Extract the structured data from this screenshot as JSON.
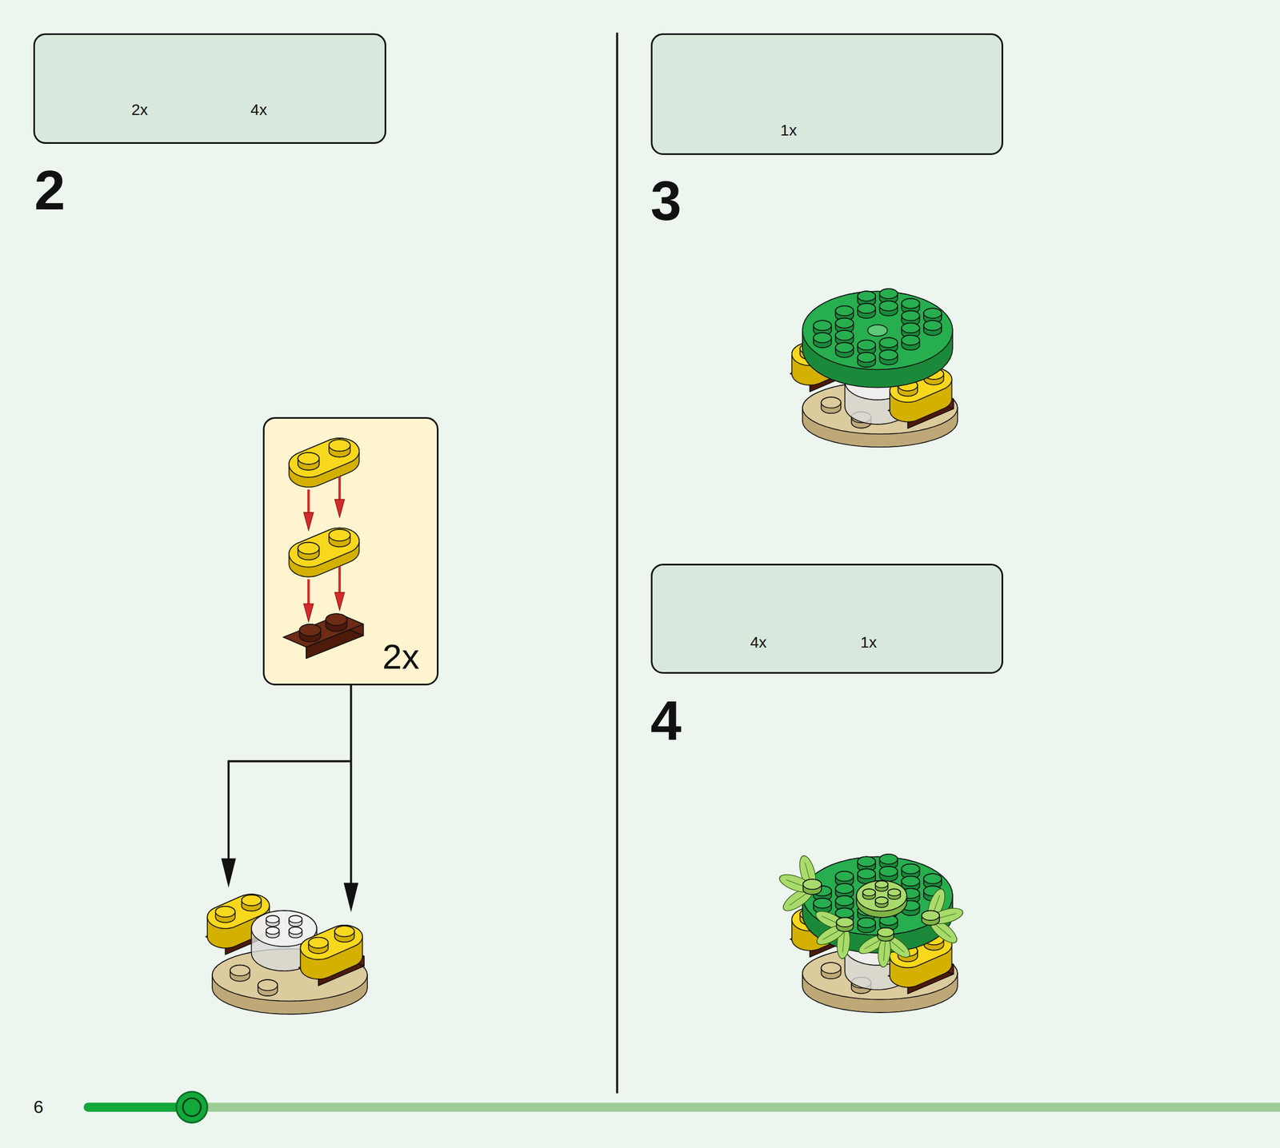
{
  "diagram": {
    "nodes": [
      {
        "text": [
          "2x",
          "4x"
        ]
      },
      {
        "text": [
          "2x"
        ]
      },
      {
        "text": [
          "1x"
        ]
      },
      {
        "text": [
          "4x",
          "1x"
        ]
      }
    ],
    "labels": [
      "2",
      "3",
      "4",
      "6"
    ]
  }
}
